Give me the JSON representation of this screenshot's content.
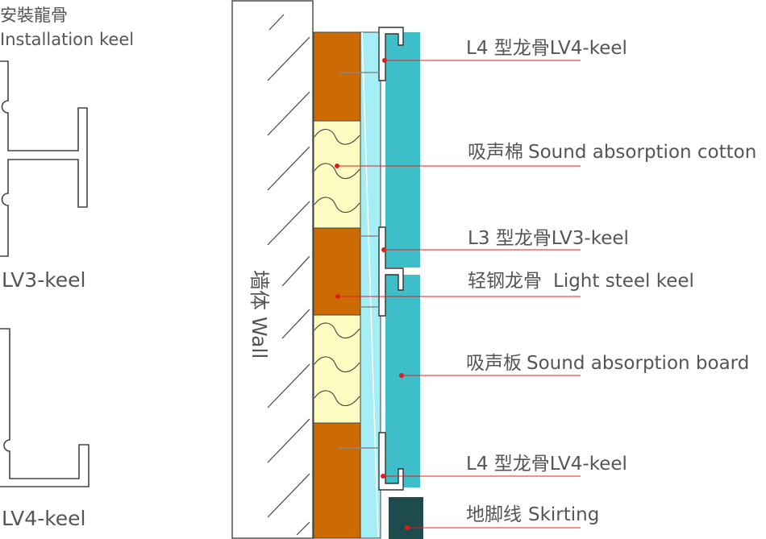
{
  "header": {
    "title_cn": "安裝龍骨",
    "title_en": "Installation keel"
  },
  "profiles": {
    "lv3_label": "LV3-keel",
    "lv4_label": "LV4-keel"
  },
  "wall": {
    "label_cn": "墙体",
    "label_en": "Wall"
  },
  "callouts": [
    {
      "cn": "L4 型龙骨",
      "en": "LV4-keel"
    },
    {
      "cn": "吸声棉",
      "en": "Sound absorption cotton"
    },
    {
      "cn": "L3 型龙骨",
      "en": "LV3-keel"
    },
    {
      "cn": "轻钢龙骨",
      "en": "Light steel keel"
    },
    {
      "cn": "吸声板",
      "en": "Sound absorption board"
    },
    {
      "cn": "L4 型龙骨",
      "en": "LV4-keel"
    },
    {
      "cn": "地脚线",
      "en": "Skirting"
    }
  ],
  "colors": {
    "timber": "#cc6a04",
    "cotton": "#fefcc0",
    "glass": "#a5eef5",
    "board": "#3dbec9",
    "skirting": "#1e4c4d",
    "leader": "#e31c1c",
    "text": "#555555"
  }
}
